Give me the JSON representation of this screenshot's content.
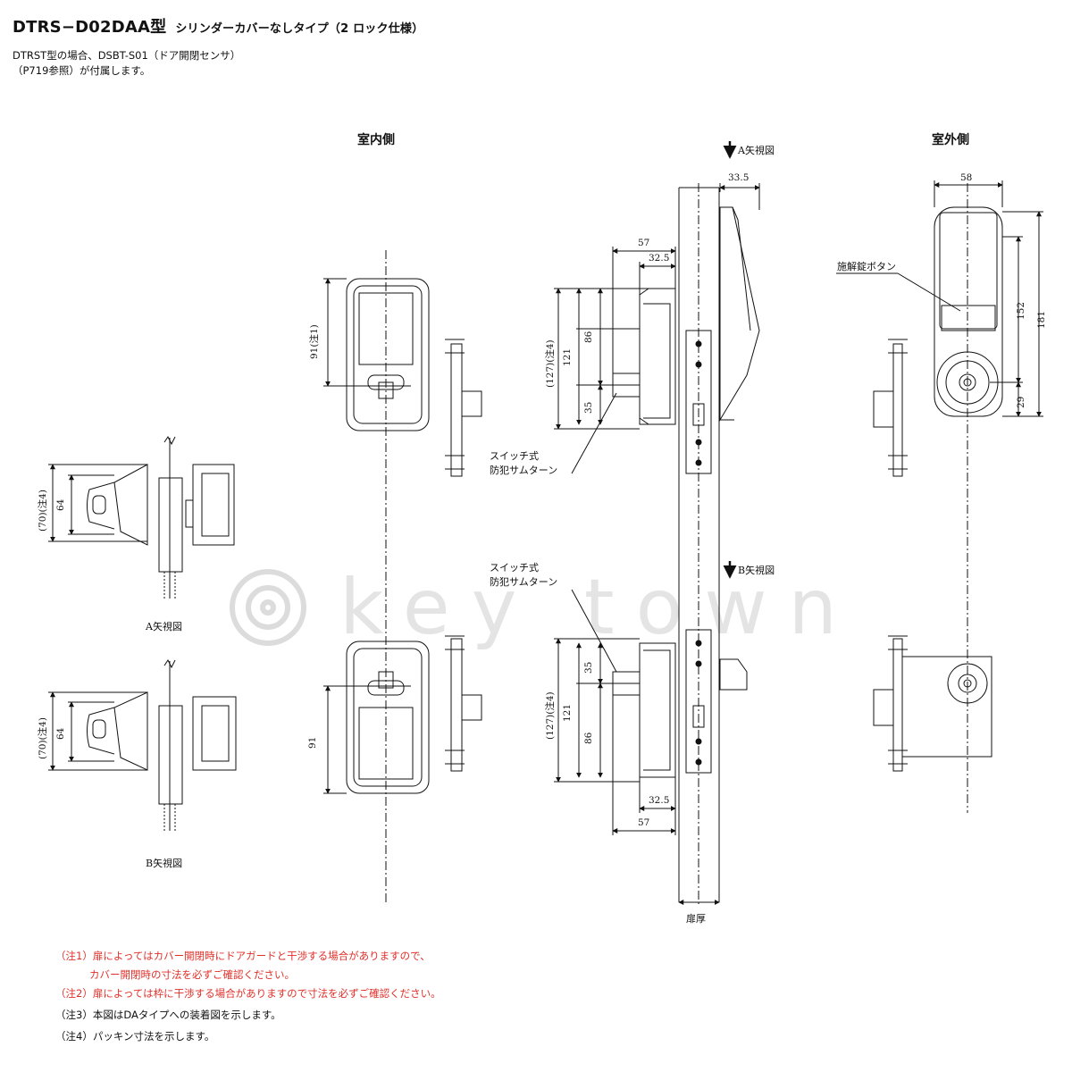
{
  "header": {
    "model": "DTRS−D02DAA型",
    "subtitle": "シリンダーカバーなしタイプ（2 ロック仕様）"
  },
  "intro": {
    "line1": "DTRST型の場合、DSBT-S01（ドア開閉センサ）",
    "line2": "（P719参照）が付属します。"
  },
  "views": {
    "indoor": "室内側",
    "outdoor": "室外側",
    "arrow_a": "A矢視図",
    "arrow_b": "B矢視図",
    "view_a_caption": "A矢視図",
    "view_b_caption": "B矢視図",
    "door_thickness": "扉厚"
  },
  "callouts": {
    "thumbturn_top_1": "スイッチ式",
    "thumbturn_top_2": "防犯サムターン",
    "thumbturn_bot_1": "スイッチ式",
    "thumbturn_bot_2": "防犯サムターン",
    "release_button": "施解錠ボタン"
  },
  "dimensions": {
    "d33_5": "33.5",
    "d57_top": "57",
    "d32_5_top": "32.5",
    "d57_bot": "57",
    "d32_5_bot": "32.5",
    "d58": "58",
    "d152": "152",
    "d181": "181",
    "d29": "29",
    "d91_note1": "91(注1)",
    "d91": "91",
    "d127_top": "(127)(注4)",
    "d121_top": "121",
    "d86_top": "86",
    "d35_top": "35",
    "d127_bot": "(127)(注4)",
    "d121_bot": "121",
    "d86_bot": "86",
    "d35_bot": "35",
    "d70_a": "(70)(注4)",
    "d64_a": "64",
    "d70_b": "(70)(注4)",
    "d64_b": "64"
  },
  "notes": [
    {
      "line1": "（注1）扉によってはカバー開閉時にドアガードと干渉する場合がありますので、",
      "line2": "カバー開閉時の寸法を必ずご確認ください。",
      "color": "#e0302a"
    },
    {
      "line1": "（注2）扉によっては枠に干渉する場合がありますので寸法を必ずご確認ください。",
      "color": "#e0302a"
    },
    {
      "line1": "（注3）本図はDAタイプへの装着図を示します。",
      "color": "#111111"
    },
    {
      "line1": "（注4）パッキン寸法を示します。",
      "color": "#111111"
    }
  ],
  "watermark": "key town"
}
